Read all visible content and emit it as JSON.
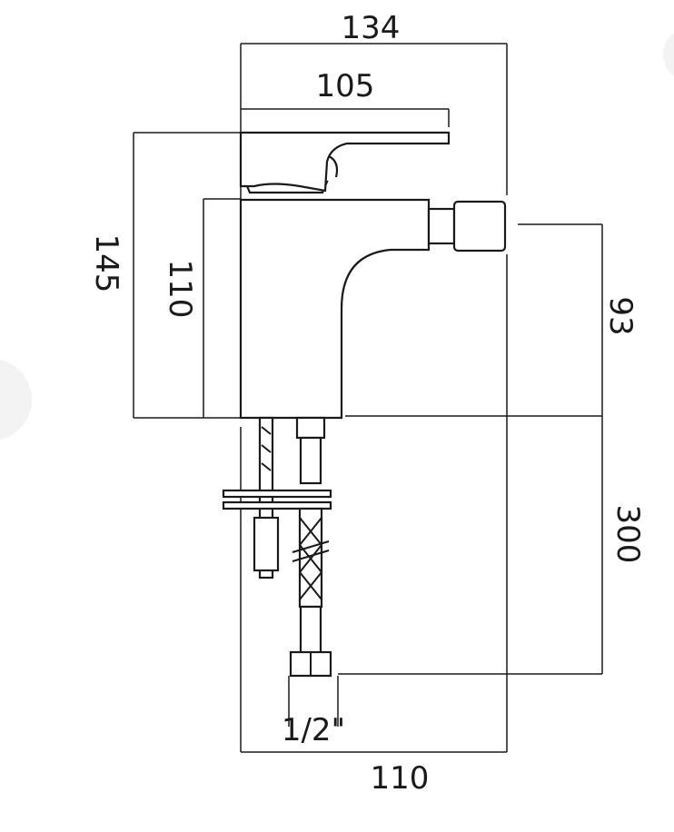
{
  "dimensions": {
    "overall_width": "134",
    "lever_width": "105",
    "total_height": "145",
    "body_height": "110",
    "spout_height": "93",
    "hose_length": "300",
    "base_width": "110",
    "thread_size": "1/2\""
  }
}
